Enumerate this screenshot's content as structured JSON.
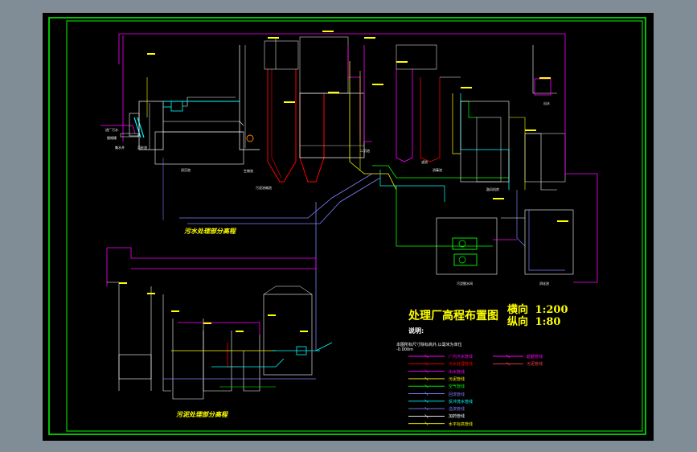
{
  "main_title": "处理厂高程布置图",
  "scale": {
    "horizontal_label": "横向",
    "horizontal_value": "1:200",
    "vertical_label": "纵向",
    "vertical_value": "1:80"
  },
  "notes": {
    "heading": "说明:",
    "line1": "本图所标尺寸除标高外,以毫米为单位",
    "line2": "-0.000m"
  },
  "section_titles": {
    "water": "污水处理部分高程",
    "sludge": "污泥处理部分高程"
  },
  "legend_left": [
    {
      "label": "厂内污水管线",
      "color": "#ff00ff"
    },
    {
      "label": "污水处理管线",
      "color": "#ff0000"
    },
    {
      "label": "出水管线",
      "color": "#ff00ff"
    },
    {
      "label": "污泥管线",
      "color": "#ffff00"
    },
    {
      "label": "空气管线",
      "color": "#00ff00"
    },
    {
      "label": "回流管线",
      "color": "#8080ff"
    },
    {
      "label": "反冲洗水管线",
      "color": "#00ffff"
    },
    {
      "label": "溢流管线",
      "color": "#8080ff"
    },
    {
      "label": "加药管线",
      "color": "#ffffff"
    },
    {
      "label": "水平标高管线",
      "color": "#ffff00"
    }
  ],
  "legend_right": [
    {
      "label": "超越管线",
      "color": "#ff00ff"
    },
    {
      "label": "污泥管线",
      "color": "#ff4040"
    }
  ],
  "unit_labels": [
    {
      "id": "inlet",
      "text": "进厂污水"
    },
    {
      "id": "grit",
      "text": "细格栅"
    },
    {
      "id": "well",
      "text": "集水井"
    },
    {
      "id": "sedi",
      "text": "沉砂池"
    },
    {
      "id": "primary",
      "text": "初沉池"
    },
    {
      "id": "bio",
      "text": "生物池"
    },
    {
      "id": "secondary",
      "text": "二沉池"
    },
    {
      "id": "filter",
      "text": "滤池"
    },
    {
      "id": "disinfect",
      "text": "消毒池"
    },
    {
      "id": "pump",
      "text": "鼓风机房"
    },
    {
      "id": "sludge_thick",
      "text": "污泥浓缩池"
    },
    {
      "id": "sludge_dewater",
      "text": "污泥脱水间"
    },
    {
      "id": "digester",
      "text": "消化池"
    },
    {
      "id": "outfall",
      "text": "出水"
    }
  ]
}
